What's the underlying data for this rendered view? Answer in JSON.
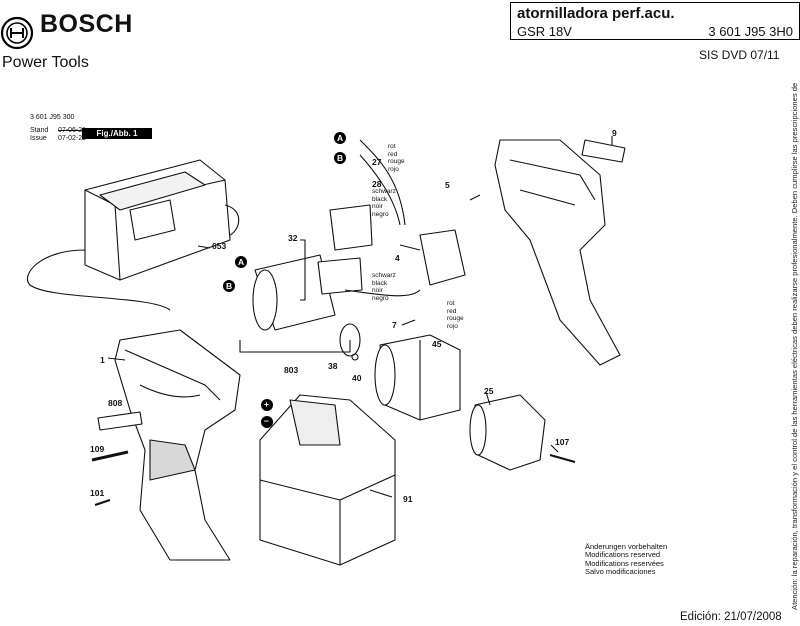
{
  "header": {
    "brand": "BOSCH",
    "subtitle": "Power Tools",
    "product_title": "atornilladora perf.acu.",
    "model": "GSR 18V",
    "part_number": "3 601 J95 3H0",
    "sis": "SIS DVD 07/11"
  },
  "stand_block": {
    "code": "3 601 J95 300",
    "stand_label": "Stand",
    "issue_label": "Issue",
    "stand_date": "07-06-21",
    "issue_date": "07-02-22",
    "fig_label": "Fig./Abb. 1"
  },
  "callouts": {
    "c1": "1",
    "c9": "9",
    "c4": "4",
    "c5": "5",
    "c7": "7",
    "c25": "25",
    "c27": "27",
    "c28": "28",
    "c32": "32",
    "c38": "38",
    "c40": "40",
    "c45": "45",
    "c91": "91",
    "c101": "101",
    "c107": "107",
    "c109": "109",
    "c653": "653",
    "c803": "803",
    "c808": "808",
    "markA1": "A",
    "markB1": "B",
    "markA2": "A",
    "markB2": "B",
    "plus": "+",
    "minus": "−"
  },
  "wires": {
    "red1": [
      "rot",
      "red",
      "rouge",
      "rojo"
    ],
    "black1": [
      "schwarz",
      "black",
      "noir",
      "negro"
    ],
    "black2": [
      "schwarz",
      "black",
      "noir",
      "negro"
    ],
    "red2": [
      "rot",
      "red",
      "rouge",
      "rojo"
    ]
  },
  "notes": {
    "modifications": [
      "Änderungen vorbehalten",
      "Modifications reserved",
      "Modifications reservées",
      "Salvo modificaciones"
    ],
    "edition": "Edición: 21/07/2008",
    "side_disclaimer": "Atención: la reparación, transformación y el control de las herramientas eléctricas deben realizarse profesionalmente. Deben cumplirse las prescripciones de seguridad según EC EN, VDE, AFNOR y demás prescripciones vigentes en los diferentes países. Reservado el derecho de modificaciones técnicas y de precios. Actualización permanente de productos, precios y datos de precios."
  }
}
